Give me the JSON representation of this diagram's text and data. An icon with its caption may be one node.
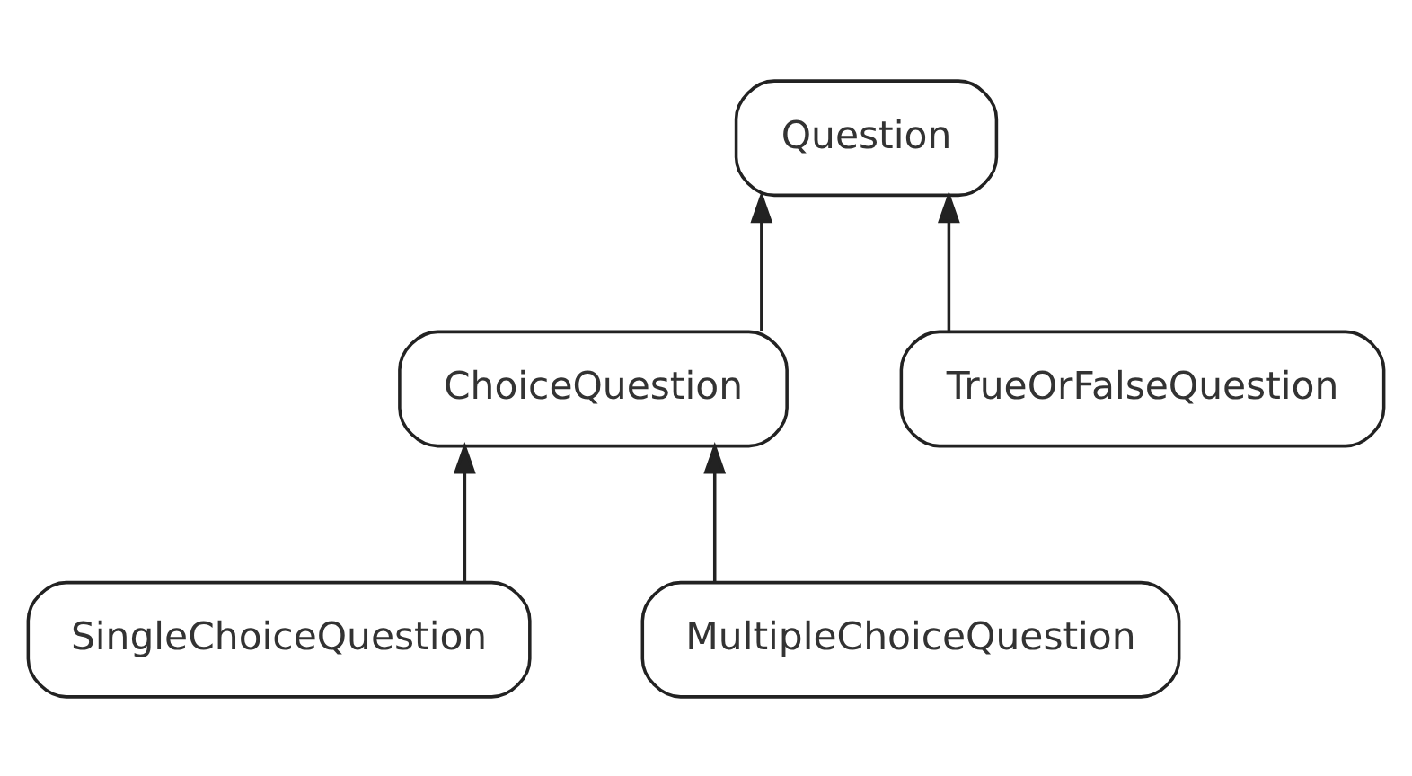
{
  "diagram": {
    "nodes": [
      {
        "text": [
          "Question"
        ]
      },
      {
        "text": [
          "ChoiceQuestion"
        ]
      },
      {
        "text": [
          "TrueOrFalseQuestion"
        ]
      },
      {
        "text": [
          "SingleChoiceQuestion"
        ]
      },
      {
        "text": [
          "MultipleChoiceQuestion"
        ]
      }
    ],
    "edges": [
      {
        "from": 1,
        "to": 0,
        "arrow": "to"
      },
      {
        "from": 2,
        "to": 0,
        "arrow": "to"
      },
      {
        "from": 3,
        "to": 1,
        "arrow": "to"
      },
      {
        "from": 4,
        "to": 1,
        "arrow": "to"
      }
    ]
  }
}
